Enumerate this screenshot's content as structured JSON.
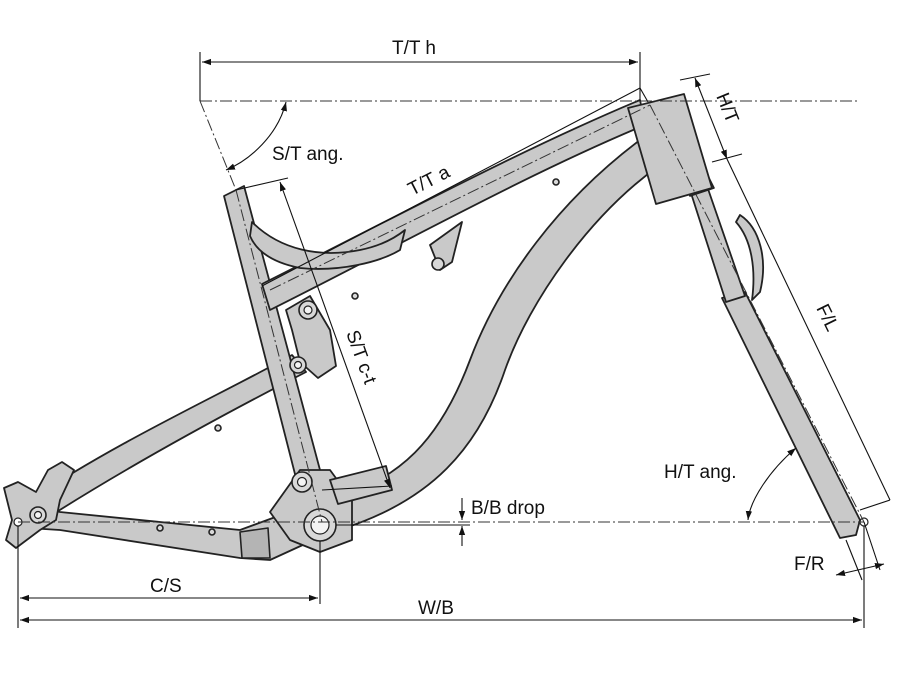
{
  "labels": {
    "tt_h": "T/T h",
    "ht": "H/T",
    "st_ang": "S/T ang.",
    "tt_a": "T/T a",
    "st_ct": "S/T c-t",
    "fl": "F/L",
    "ht_ang": "H/T ang.",
    "bb_drop": "B/B drop",
    "fr": "F/R",
    "cs": "C/S",
    "wb": "W/B"
  },
  "colors": {
    "frame_fill": "#c9c9c9",
    "outline": "#222222",
    "background": "#ffffff"
  }
}
